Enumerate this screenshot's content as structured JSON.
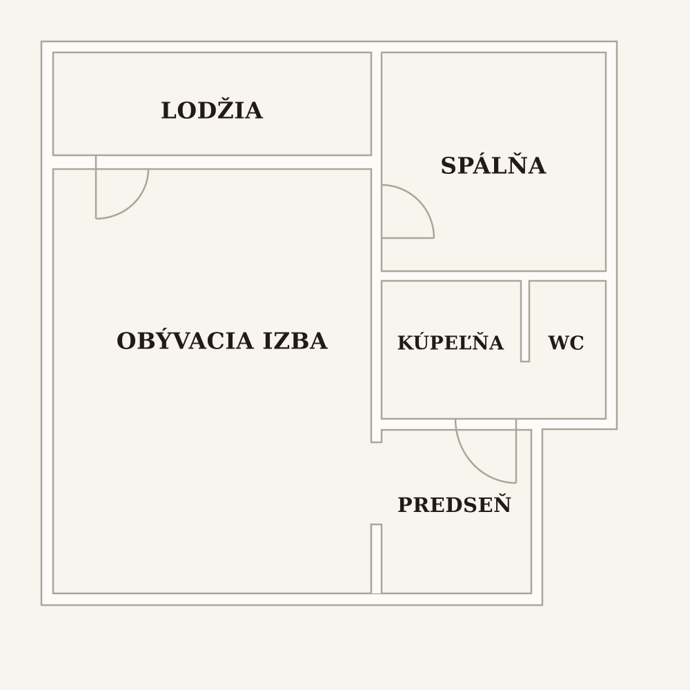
{
  "plan": {
    "colors": {
      "background": "#f8f4ee",
      "wall_fill": "#fdfbf8",
      "line": "#aba59b",
      "text": "#221a17"
    },
    "rooms": [
      {
        "id": "lodzia",
        "label": "LODŽIA"
      },
      {
        "id": "spalna",
        "label": "SPÁLŇA"
      },
      {
        "id": "obyvacia-izba",
        "label": "OBÝVACIA IZBA"
      },
      {
        "id": "kupelna",
        "label": "KÚPEĽŇA"
      },
      {
        "id": "wc",
        "label": "WC"
      },
      {
        "id": "predsien",
        "label": "PREDSEŇ"
      }
    ]
  }
}
